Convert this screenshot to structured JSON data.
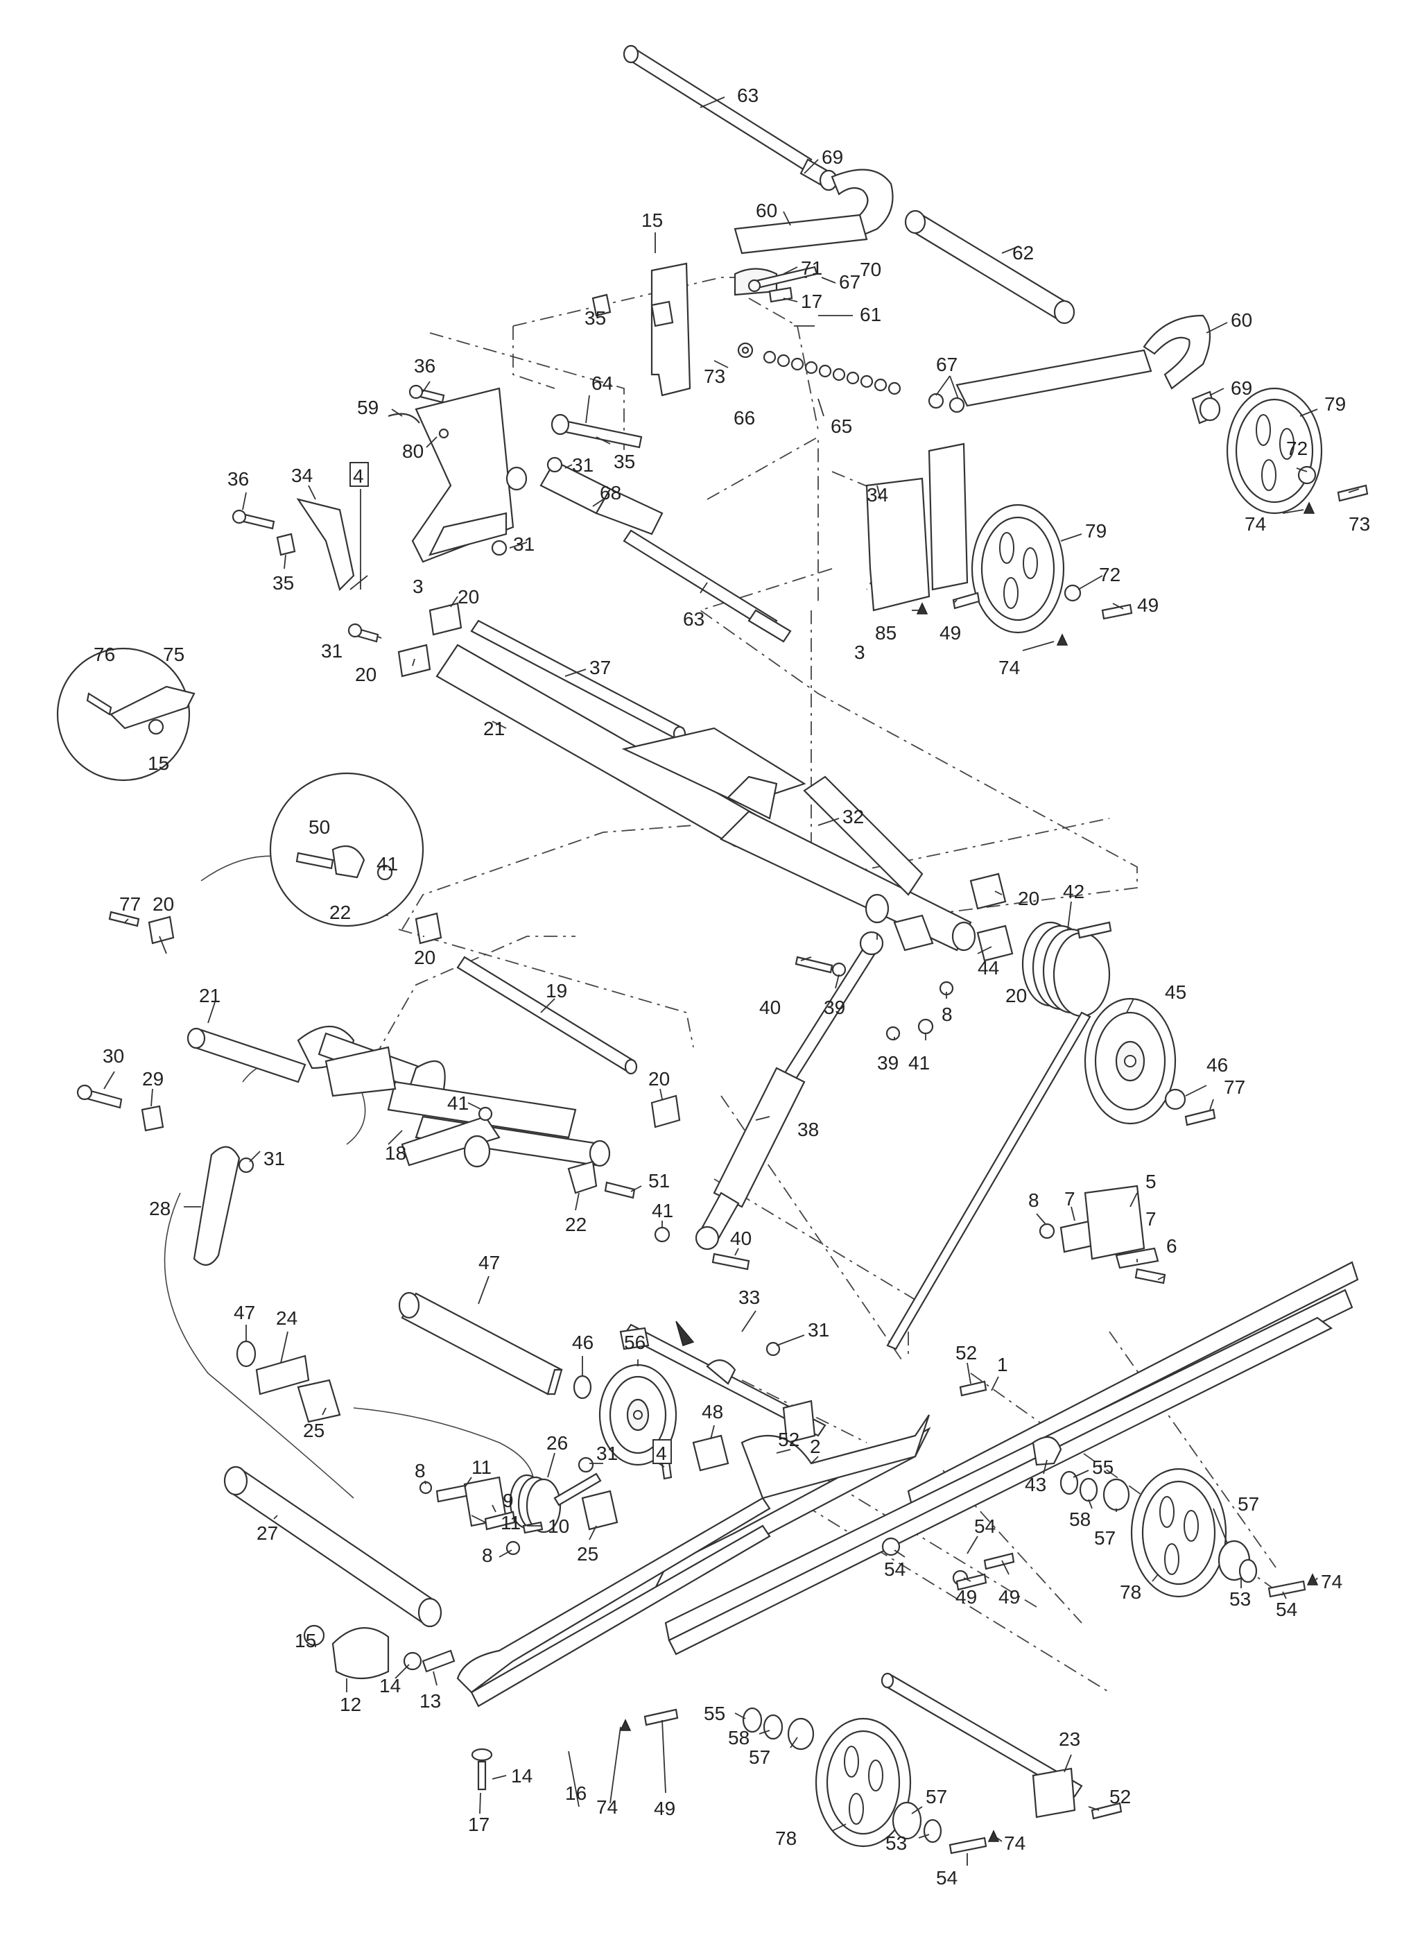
{
  "diagram": {
    "labels": {
      "tunnel_shaft_top": "63",
      "bushing_top": "69",
      "arm_left": "60",
      "nut_top": "15",
      "bolt_71": "71",
      "bolt_67_top": "67",
      "spacer_70": "70",
      "tube_62": "62",
      "arm_right": "60",
      "bushing_35_top": "35",
      "block_61": "61",
      "bolt_17_top": "17",
      "plate_73": "73",
      "washer_66": "66",
      "shims_65": "65",
      "nuts_67": "67",
      "bushing_69_right": "69",
      "wheel_79_top": "79",
      "bolt_36_top": "36",
      "spring_pin_59": "59",
      "clip_80": "80",
      "rod_64": "64",
      "bushing_35_mid": "35",
      "nut_31_a": "31",
      "bolt_36_left": "36",
      "bracket_34_left": "34",
      "marker_4_top": "4",
      "bracket_3_left": "3",
      "bushing_35_left": "35",
      "nut_31_b": "31",
      "sleeve_68": "68",
      "shaft_63_mid": "63",
      "washer_72_right": "72",
      "bolt_73_right": "73",
      "cap_74_right": "74",
      "bracket_34_right": "34",
      "wheel_79_mid": "79",
      "washer_72_mid": "72",
      "bolt_49_mid": "49",
      "bolt_49_a": "49",
      "bolt_85": "85",
      "bracket_3_right": "3",
      "cap_74_mid": "74",
      "bushing_20_a": "20",
      "bolt_31_left": "31",
      "bushing_20_b": "20",
      "shaft_37": "37",
      "tube_21_top": "21",
      "inset_bolt_76": "76",
      "inset_plate_75": "75",
      "inset_nut_15": "15",
      "arm_32": "32",
      "bushing_20_c": "20",
      "inset_bolt_50": "50",
      "inset_nut_41": "41",
      "inset_bracket_22": "22",
      "bolt_77_left": "77",
      "bushing_20_d": "20",
      "tube_21_left": "21",
      "bushing_20_e": "20",
      "rod_19": "19",
      "block_44": "44",
      "bushing_20_f": "20",
      "spring_42": "42",
      "bolt_40_top": "40",
      "washer_39_a": "39",
      "nut_8_mid": "8",
      "wheel_45": "45",
      "washer_39_b": "39",
      "nut_41_mid": "41",
      "washer_46_right": "46",
      "bolt_77_right": "77",
      "bolt_30": "30",
      "spacer_29": "29",
      "nut_41_lower": "41",
      "arm_18": "18",
      "bushing_20_g": "20",
      "shock_38": "38",
      "nut_31_c": "31",
      "bolt_51": "51",
      "bracket_22": "22",
      "link_28": "28",
      "nut_41_shock": "41",
      "bolt_40_lower": "40",
      "nut_8_right": "8",
      "plate_7_a": "7",
      "block_5": "5",
      "plate_7_b": "7",
      "bolt_6": "6",
      "tube_47": "47",
      "ring_47": "47",
      "plate_24": "24",
      "washer_46_mid": "46",
      "wheel_56": "56",
      "shaft_33": "33",
      "nut_31_d": "31",
      "bolt_52_a": "52",
      "rail_1": "1",
      "bushing_25_left": "25",
      "bushing_48": "48",
      "bolt_52_b": "52",
      "rail_2": "2",
      "spring_26": "26",
      "nut_31_e": "31",
      "marker_4_lower": "4",
      "bracket_43": "43",
      "washer_55_right": "55",
      "nut_8_left": "8",
      "plate_11_a": "11",
      "block_9": "9",
      "plate_11_b": "11",
      "bushing_25_mid": "25",
      "washer_54_a": "54",
      "spacer_58_right": "58",
      "bearing_57_a": "57",
      "bearing_57_b": "57",
      "tube_27": "27",
      "nut_8_low": "8",
      "bolt_10": "10",
      "washer_54_b": "54",
      "bolt_49_b": "49",
      "bolt_49_c": "49",
      "wheel_78_right": "78",
      "bolt_53_right": "53",
      "cap_74_far": "74",
      "washer_54_far": "54",
      "nut_15_lower": "15",
      "block_12": "12",
      "washer_14_a": "14",
      "bolt_13": "13",
      "washer_55_lower": "55",
      "spacer_58_lower": "58",
      "bearing_57_c": "57",
      "shaft_23": "23",
      "washer_14_b": "14",
      "slide_16": "16",
      "cap_74_lower": "74",
      "bolt_49_lower": "49",
      "bearing_57_d": "57",
      "bolt_52_lower": "52",
      "wheel_78_lower": "78",
      "washer_53_lower": "53",
      "cap_74_lowest": "74",
      "bolt_17_lower": "17",
      "washer_54_lower": "54"
    }
  }
}
